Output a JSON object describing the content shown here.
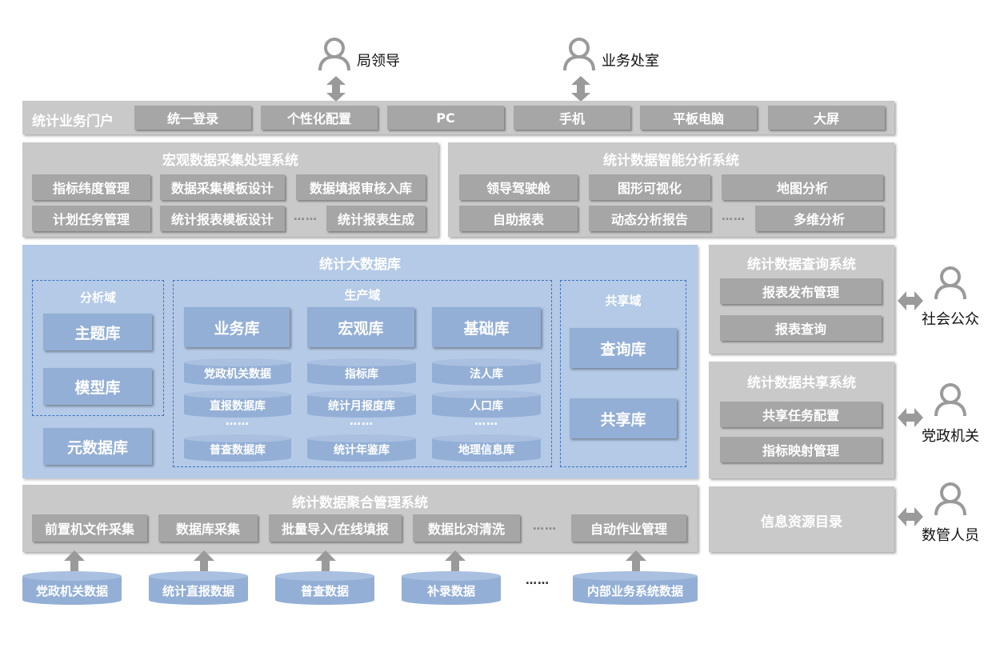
{
  "top_users": [
    {
      "label": "局领导",
      "icon": "person-icon"
    },
    {
      "label": "业务处室",
      "icon": "person-icon"
    }
  ],
  "portal": {
    "title": "统计业务门户",
    "items": [
      "统一登录",
      "个性化配置",
      "PC",
      "手机",
      "平板电脑",
      "大屏"
    ]
  },
  "collect_system": {
    "title": "宏观数据采集处理系统",
    "row1": [
      "指标纬度管理",
      "数据采集模板设计",
      "数据填报审核入库"
    ],
    "row2": [
      "计划任务管理",
      "统计报表模板设计",
      "统计报表生成"
    ],
    "ellipsis": "……"
  },
  "analysis_system": {
    "title": "统计数据智能分析系统",
    "row1": [
      "领导驾驶舱",
      "图形可视化",
      "地图分析"
    ],
    "row2": [
      "自助报表",
      "动态分析报告",
      "多维分析"
    ],
    "ellipsis": "……"
  },
  "bigdata": {
    "title": "统计大数据库",
    "analysis_domain": {
      "title": "分析域",
      "items": [
        "主题库",
        "模型库"
      ]
    },
    "metadata": "元数据库",
    "production_domain": {
      "title": "生产域",
      "headers": [
        "业务库",
        "宏观库",
        "基础库"
      ],
      "col1": [
        "党政机关数据",
        "直报数据库",
        "普查数据库"
      ],
      "col2": [
        "指标库",
        "统计月报度库",
        "统计年鉴库"
      ],
      "col3": [
        "法人库",
        "人口库",
        "地理信息库"
      ],
      "ellipsis": "……"
    },
    "share_domain": {
      "title": "共享域",
      "items": [
        "查询库",
        "共享库"
      ]
    }
  },
  "query_system": {
    "title": "统计数据查询系统",
    "items": [
      "报表发布管理",
      "报表查询"
    ]
  },
  "share_system": {
    "title": "统计数据共享系统",
    "items": [
      "共享任务配置",
      "指标映射管理"
    ]
  },
  "catalog": {
    "title": "信息资源目录"
  },
  "right_users": [
    {
      "label": "社会公众",
      "icon": "person-icon"
    },
    {
      "label": "党政机关",
      "icon": "person-icon"
    },
    {
      "label": "数管人员",
      "icon": "person-icon"
    }
  ],
  "aggregation_system": {
    "title": "统计数据聚合管理系统",
    "items": [
      "前置机文件采集",
      "数据库采集",
      "批量导入/在线填报",
      "数据比对清洗",
      "自动作业管理"
    ],
    "ellipsis": "……"
  },
  "sources": {
    "items": [
      "党政机关数据",
      "统计直报数据",
      "普查数据",
      "补录数据",
      "内部业务系统数据"
    ],
    "ellipsis": "……"
  },
  "colors": {
    "gray_panel": "#c9c9c9",
    "gray_button": "#a6a6a6",
    "blue_area": "#b4cae7",
    "blue_box": "#93afd6",
    "dashed_border": "#3f72bf",
    "icon_gray": "#9a9a9a"
  }
}
